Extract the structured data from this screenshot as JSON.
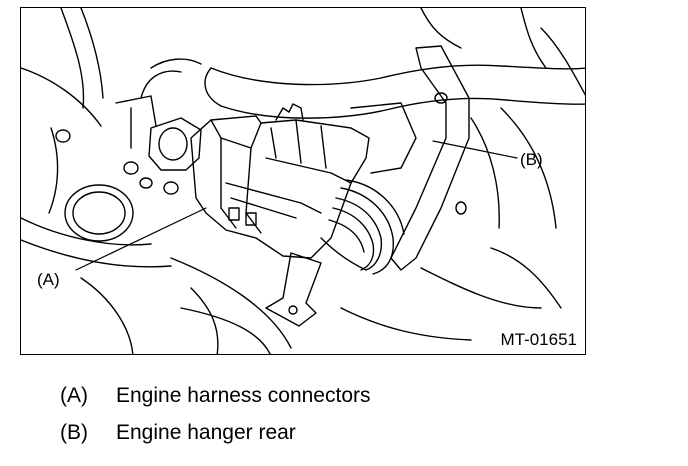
{
  "figure": {
    "figure_id": "MT-01651",
    "callouts": [
      {
        "key": "A",
        "label": "(A)"
      },
      {
        "key": "B",
        "label": "(B)"
      }
    ]
  },
  "legend": [
    {
      "key": "(A)",
      "text": "Engine harness connectors"
    },
    {
      "key": "(B)",
      "text": "Engine hanger rear"
    }
  ]
}
